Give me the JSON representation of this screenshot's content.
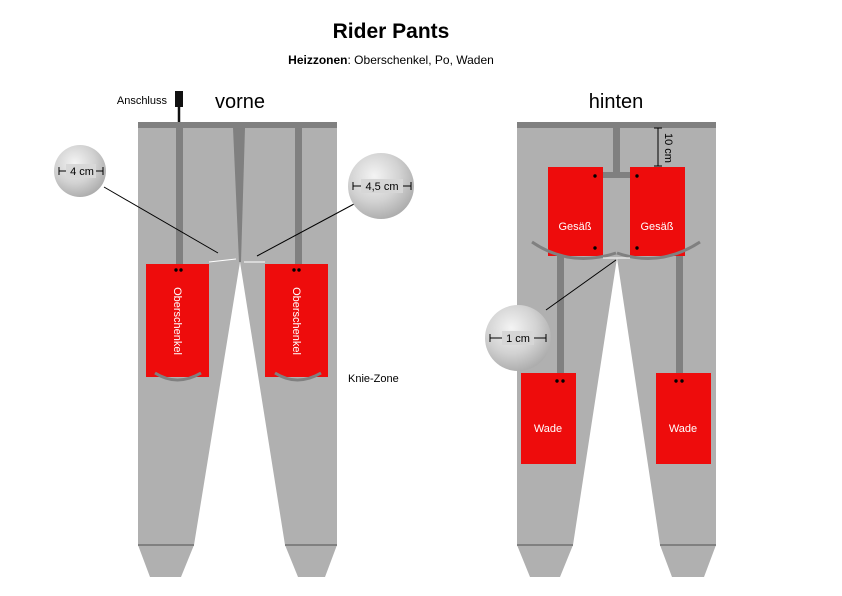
{
  "header": {
    "title": "Rider Pants",
    "subtitle_bold": "Heizzonen",
    "subtitle_rest": ": Oberschenkel, Po, Waden"
  },
  "front": {
    "label": "vorne",
    "connector_label": "Anschluss",
    "bubble_left": "4 cm",
    "bubble_right": "4,5 cm",
    "pad_left": "Oberschenkel",
    "pad_right": "Oberschenkel",
    "knee_label": "Knie-Zone"
  },
  "back": {
    "label": "hinten",
    "dimension_top": "10 cm",
    "pad_seat_left": "Gesäß",
    "pad_seat_right": "Gesäß",
    "bubble_gap": "1 cm",
    "pad_calf_left": "Wade",
    "pad_calf_right": "Wade"
  },
  "colors": {
    "pants": "#b0b0b0",
    "seam": "#808080",
    "pad": "#ee0c0c",
    "pad_text": "#ffffff",
    "text": "#000000"
  }
}
